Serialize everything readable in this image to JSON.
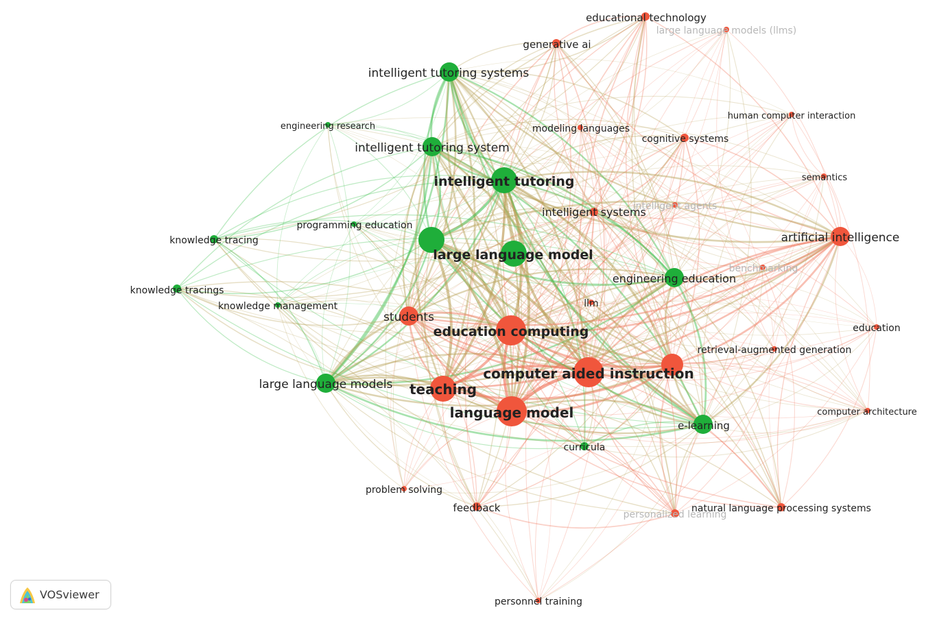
{
  "app": {
    "logo_text": "VOSviewer",
    "logo_icon": "vosviewer-logo-icon"
  },
  "colors": {
    "cluster_red": "#f0563c",
    "cluster_green": "#1fae3a",
    "edge_red": "#f0765c",
    "edge_green": "#3fc04f",
    "edge_mixed": "#b8a158",
    "label_dark": "#222222",
    "label_faded": "#b8b8b8"
  },
  "nodes": [
    {
      "id": "educational_technology",
      "label": "educational technology",
      "cluster": "red",
      "weight": 1
    },
    {
      "id": "llms",
      "label": "large language models (llms)",
      "cluster": "red",
      "weight": 0,
      "faded": true
    },
    {
      "id": "generative_ai",
      "label": "generative ai",
      "cluster": "red",
      "weight": 1
    },
    {
      "id": "its_plural",
      "label": "intelligent tutoring systems",
      "cluster": "green",
      "weight": 3
    },
    {
      "id": "human_computer_interaction",
      "label": "human computer interaction",
      "cluster": "red",
      "weight": 0
    },
    {
      "id": "engineering_research",
      "label": "engineering research",
      "cluster": "green",
      "weight": 0
    },
    {
      "id": "modeling_languages",
      "label": "modeling languages",
      "cluster": "red",
      "weight": 0
    },
    {
      "id": "cognitive_systems",
      "label": "cognitive systems",
      "cluster": "red",
      "weight": 1
    },
    {
      "id": "its_singular",
      "label": "intelligent tutoring system",
      "cluster": "green",
      "weight": 3
    },
    {
      "id": "semantics",
      "label": "semantics",
      "cluster": "red",
      "weight": 0
    },
    {
      "id": "intelligent_tutoring",
      "label": "intelligent tutoring",
      "cluster": "green",
      "weight": 5
    },
    {
      "id": "intelligent_agents",
      "label": "intelligent agents",
      "cluster": "red",
      "weight": 0,
      "faded": true
    },
    {
      "id": "intelligent_systems",
      "label": "intelligent systems",
      "cluster": "red",
      "weight": 1
    },
    {
      "id": "programming_education",
      "label": "programming education",
      "cluster": "green",
      "weight": 0
    },
    {
      "id": "knowledge_tracing",
      "label": "knowledge tracing",
      "cluster": "green",
      "weight": 1
    },
    {
      "id": "artificial_intelligence",
      "label": "artificial intelligence",
      "cluster": "red",
      "weight": 3
    },
    {
      "id": "large_language_model",
      "label": "large language model",
      "cluster": "green",
      "weight": 5
    },
    {
      "id": "benchmarking",
      "label": "benchmarking",
      "cluster": "red",
      "weight": 0,
      "faded": true
    },
    {
      "id": "engineering_education",
      "label": "engineering education",
      "cluster": "green",
      "weight": 3
    },
    {
      "id": "knowledge_tracings",
      "label": "knowledge tracings",
      "cluster": "green",
      "weight": 1
    },
    {
      "id": "knowledge_management",
      "label": "knowledge management",
      "cluster": "green",
      "weight": 0
    },
    {
      "id": "llm",
      "label": "llm",
      "cluster": "red",
      "weight": 0
    },
    {
      "id": "students",
      "label": "students",
      "cluster": "red",
      "weight": 3
    },
    {
      "id": "education_computing",
      "label": "education computing",
      "cluster": "red",
      "weight": 6
    },
    {
      "id": "education",
      "label": "education",
      "cluster": "red",
      "weight": 0
    },
    {
      "id": "rag",
      "label": "retrieval-augmented generation",
      "cluster": "red",
      "weight": 0
    },
    {
      "id": "computer_aided_instruction",
      "label": "computer aided instruction",
      "cluster": "red",
      "weight": 6
    },
    {
      "id": "unnamed_red",
      "label": "",
      "cluster": "red",
      "weight": 4
    },
    {
      "id": "large_language_models",
      "label": "large language models",
      "cluster": "green",
      "weight": 3
    },
    {
      "id": "teaching",
      "label": "teaching",
      "cluster": "red",
      "weight": 5
    },
    {
      "id": "language_model",
      "label": "language model",
      "cluster": "red",
      "weight": 6
    },
    {
      "id": "computer_architecture",
      "label": "computer architecture",
      "cluster": "red",
      "weight": 0
    },
    {
      "id": "e_learning",
      "label": "e-learning",
      "cluster": "green",
      "weight": 3
    },
    {
      "id": "curricula",
      "label": "curricula",
      "cluster": "green",
      "weight": 1
    },
    {
      "id": "problem_solving",
      "label": "problem solving",
      "cluster": "red",
      "weight": 0
    },
    {
      "id": "feedback",
      "label": "feedback",
      "cluster": "red",
      "weight": 1
    },
    {
      "id": "personalized_learning",
      "label": "personalized learning",
      "cluster": "red",
      "weight": 1,
      "faded": true
    },
    {
      "id": "nlp_systems",
      "label": "natural language processing systems",
      "cluster": "red",
      "weight": 1
    },
    {
      "id": "personnel_training",
      "label": "personnel training",
      "cluster": "red",
      "weight": 0
    }
  ]
}
